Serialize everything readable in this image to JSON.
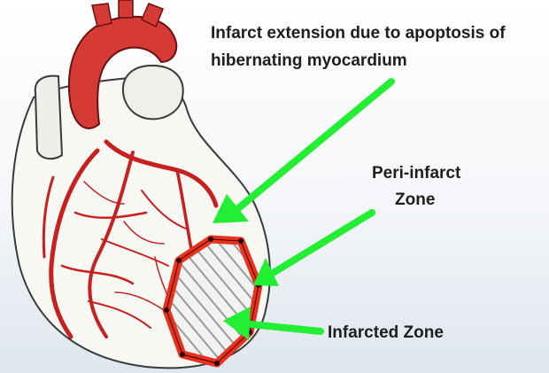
{
  "labels": {
    "infarct_extension_line1": "Infarct extension due to apoptosis of",
    "infarct_extension_line2": "hibernating myocardium",
    "peri_infarct_line1": "Peri-infarct",
    "peri_infarct_line2": "Zone",
    "infarcted_zone": "Infarcted Zone"
  },
  "colors": {
    "arrow": "#22ee33",
    "artery": "#c8201e",
    "infarct_border": "#e8321c",
    "hatch": "#9a9a9a",
    "heart_fill": "#f7f7f4",
    "outline": "#3a3a3a"
  }
}
